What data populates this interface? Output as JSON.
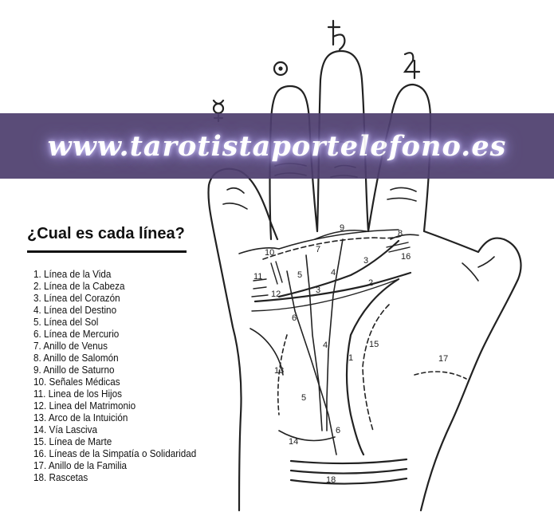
{
  "banner": {
    "text": "www.tarotistaportelefono.es"
  },
  "legend": {
    "title": "¿Cual es cada línea?",
    "items": [
      "1. Línea de la Vida",
      "2. Línea de la Cabeza",
      "3. Línea del Corazón",
      "4. Línea del Destino",
      "5. Línea del Sol",
      "6. Línea de Mercurio",
      "7. Anillo de Venus",
      "8. Anillo de Salomón",
      "9. Anillo de Saturno",
      "10. Señales Médicas",
      "11. Linea de los Hijos",
      "12. Linea del Matrimonio",
      "13. Arco de la Intuición",
      "14. Vía Lasciva",
      "15. Línea de Marte",
      "16. Líneas de la Simpatía o Solidaridad",
      "17. Anillo de la Familia",
      "18. Rascetas"
    ]
  },
  "hand_labels": [
    "1",
    "2",
    "3",
    "4",
    "5",
    "6",
    "7",
    "8",
    "9",
    "10",
    "11",
    "12",
    "13",
    "14",
    "15",
    "16",
    "17",
    "18"
  ],
  "planet_icons": [
    "mercury-icon",
    "sun-icon",
    "saturn-icon",
    "jupiter-icon"
  ]
}
